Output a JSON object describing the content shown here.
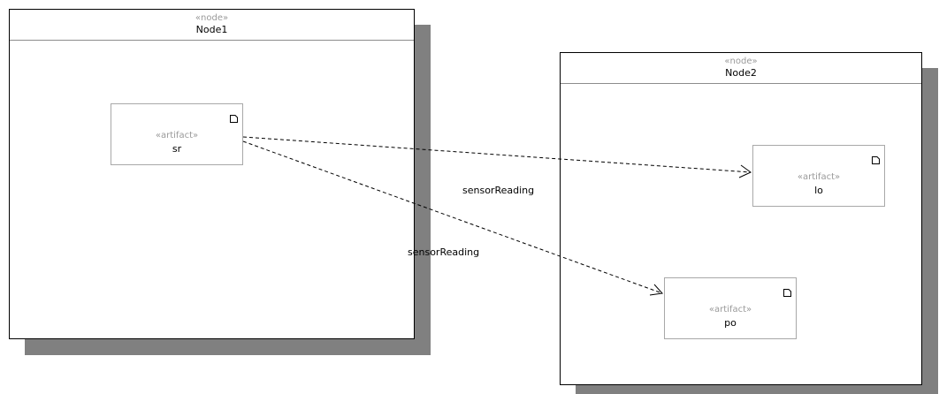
{
  "nodes": {
    "node1": {
      "stereotype": "«node»",
      "name": "Node1"
    },
    "node2": {
      "stereotype": "«node»",
      "name": "Node2"
    }
  },
  "artifacts": {
    "sr": {
      "stereotype": "«artifact»",
      "name": "sr"
    },
    "lo": {
      "stereotype": "«artifact»",
      "name": "lo"
    },
    "po": {
      "stereotype": "«artifact»",
      "name": "po"
    }
  },
  "edges": {
    "sr_lo": {
      "label": "sensorReading"
    },
    "sr_po": {
      "label": "sensorReading"
    }
  },
  "colors": {
    "shadow": "#808080",
    "border": "#000000",
    "artifact_border": "#a8a8a8",
    "stereotype_text": "#9a9a9a"
  }
}
